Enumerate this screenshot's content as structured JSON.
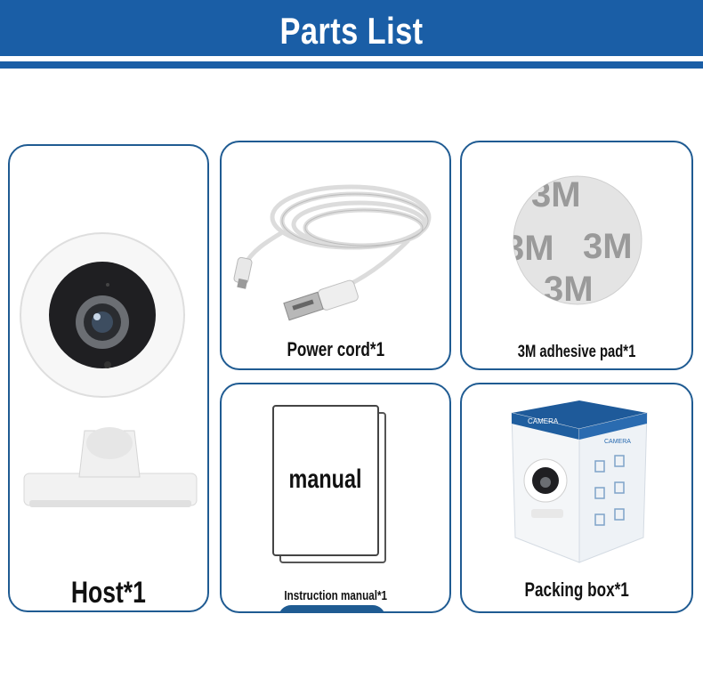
{
  "header": {
    "title": "Parts List"
  },
  "parts": {
    "host": {
      "label": "Host*1"
    },
    "power_cord": {
      "label": "Power cord*1"
    },
    "adhesive_pad": {
      "label": "3M adhesive pad*1",
      "print": "3M"
    },
    "manual": {
      "label": "Instruction manual*1",
      "cover_text": "manual"
    },
    "packing_box": {
      "label": "Packing box*1",
      "brand": "CAMERA"
    }
  },
  "colors": {
    "banner": "#1a5ea6",
    "card_border": "#1f5b92"
  }
}
